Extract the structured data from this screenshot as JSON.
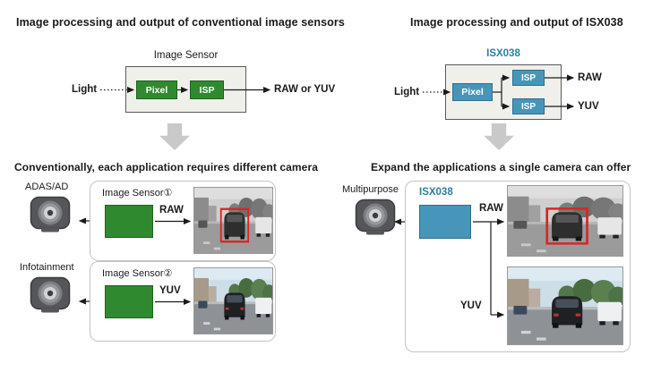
{
  "colors": {
    "green": "#2f8a2f",
    "blue": "#4796ba",
    "teal": "#2a7f9e",
    "arrow_gray": "#c9c9c9"
  },
  "top_left": {
    "heading": "Image processing and output of conventional image sensors",
    "sensor_title": "Image Sensor",
    "light": "Light",
    "pixel": "Pixel",
    "isp": "ISP",
    "output": "RAW or YUV"
  },
  "top_right": {
    "heading": "Image processing and output of ISX038",
    "sensor_title": "ISX038",
    "light": "Light",
    "pixel": "Pixel",
    "isp_top": "ISP",
    "isp_bottom": "ISP",
    "output_raw": "RAW",
    "output_yuv": "YUV"
  },
  "bottom_left": {
    "heading": "Conventionally, each application requires different camera",
    "rows": [
      {
        "application": "ADAS/AD",
        "sensor": "Image Sensor①",
        "output": "RAW"
      },
      {
        "application": "Infotainment",
        "sensor": "Image Sensor②",
        "output": "YUV"
      }
    ]
  },
  "bottom_right": {
    "heading": "Expand the applications a single camera can offer",
    "application": "Multipurpose",
    "sensor": "ISX038",
    "output_raw": "RAW",
    "output_yuv": "YUV"
  }
}
